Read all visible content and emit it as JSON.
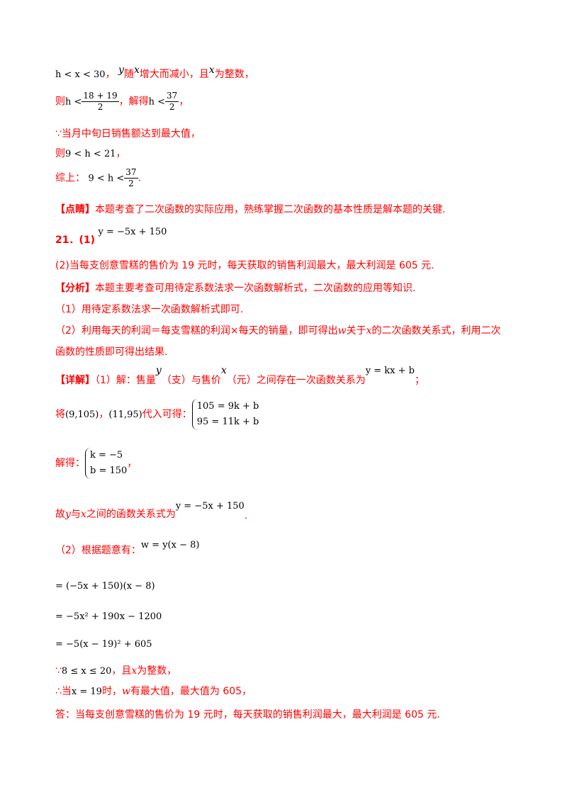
{
  "lines": {
    "l1": {
      "math": "h < x < 30",
      "sep": "，",
      "y": "y",
      "t1": "随",
      "x1": "x",
      "t2": "增大而减小，且",
      "x2": "x",
      "t3": "为整数，"
    },
    "l2": {
      "pre": "则",
      "h": "h <",
      "num": "18 + 19",
      "den": "2",
      "mid": "，解得",
      "h2": "h <",
      "num2": "37",
      "den2": "2",
      "end": "，"
    },
    "l3": {
      "text": "∵当月中旬日销售额达到最大值，"
    },
    "l4": {
      "pre": "则",
      "math": "9 < h < 21",
      "end": "，"
    },
    "l5": {
      "pre": "综上：",
      "math": "9 < h <",
      "num": "37",
      "den": "2",
      "end": "."
    },
    "l6": {
      "tag": "【点睛】",
      "text": "本题考查了二次函数的实际应用，熟练掌握二次函数的基本性质是解本题的关键."
    },
    "l7": {
      "num": "21．(1)",
      "math": "y = −5x + 150"
    },
    "l8": {
      "text": "(2)当每支创意雪糕的售价为 19 元时，每天获取的销售利润最大，最大利润是 605 元."
    },
    "l9": {
      "tag": "【分析】",
      "text": "本题主要考查可用待定系数法求一次函数解析式，二次函数的应用等知识."
    },
    "l10": {
      "text": "（1）用待定系数法求一次函数解析式即可."
    },
    "l11": {
      "pre": "（2）利用每天的利润＝每支雪糕的利润×每天的销量，即可得出",
      "w": "w",
      "mid": "关于",
      "x": "x",
      "post": "的二次函数关系式，利用二次"
    },
    "l12": {
      "text": "函数的性质即可得出结果."
    },
    "l13": {
      "tag": "【详解】",
      "t1": "（1）解：售量",
      "y": "y",
      "t2": "（支）与售价",
      "x": "x",
      "t3": "（元）之间存在一次函数关系为",
      "math": "y = kx + b",
      "end": "；"
    },
    "l14": {
      "pre": "将",
      "p1": "(9,105)",
      "sep": "，",
      "p2": "(11,95)",
      "mid": "代入可得：",
      "eq1": "105 = 9k + b",
      "eq2": "95 = 11k + b"
    },
    "l15": {
      "pre": "解得：",
      "eq1": "k = −5",
      "eq2": "b = 150",
      "end": "，"
    },
    "l16": {
      "t1": "故",
      "y": "y",
      "t2": "与",
      "x": "x",
      "t3": "之间的函数关系式为",
      "math": "y = −5x + 150",
      "end": "."
    },
    "l17": {
      "pre": "（2）根据题意有：",
      "math": "w = y(x − 8)"
    },
    "l18": {
      "math": "= (−5x + 150)(x − 8)"
    },
    "l19": {
      "math": "= −5x² + 190x − 1200"
    },
    "l20": {
      "math": "= −5(x − 19)² + 605"
    },
    "l21": {
      "pre": "∵",
      "math": "8 ≤ x ≤ 20",
      "t1": "，且",
      "x": "x",
      "t2": "为整数，"
    },
    "l22": {
      "pre": "∴当",
      "math": "x = 19",
      "t1": "时，",
      "w": "w",
      "t2": "有最大值，最大值为 605，"
    },
    "l23": {
      "text": "答：当每支创意雪糕的售价为 19 元时，每天获取的销售利润最大，最大利润是 605 元."
    }
  }
}
